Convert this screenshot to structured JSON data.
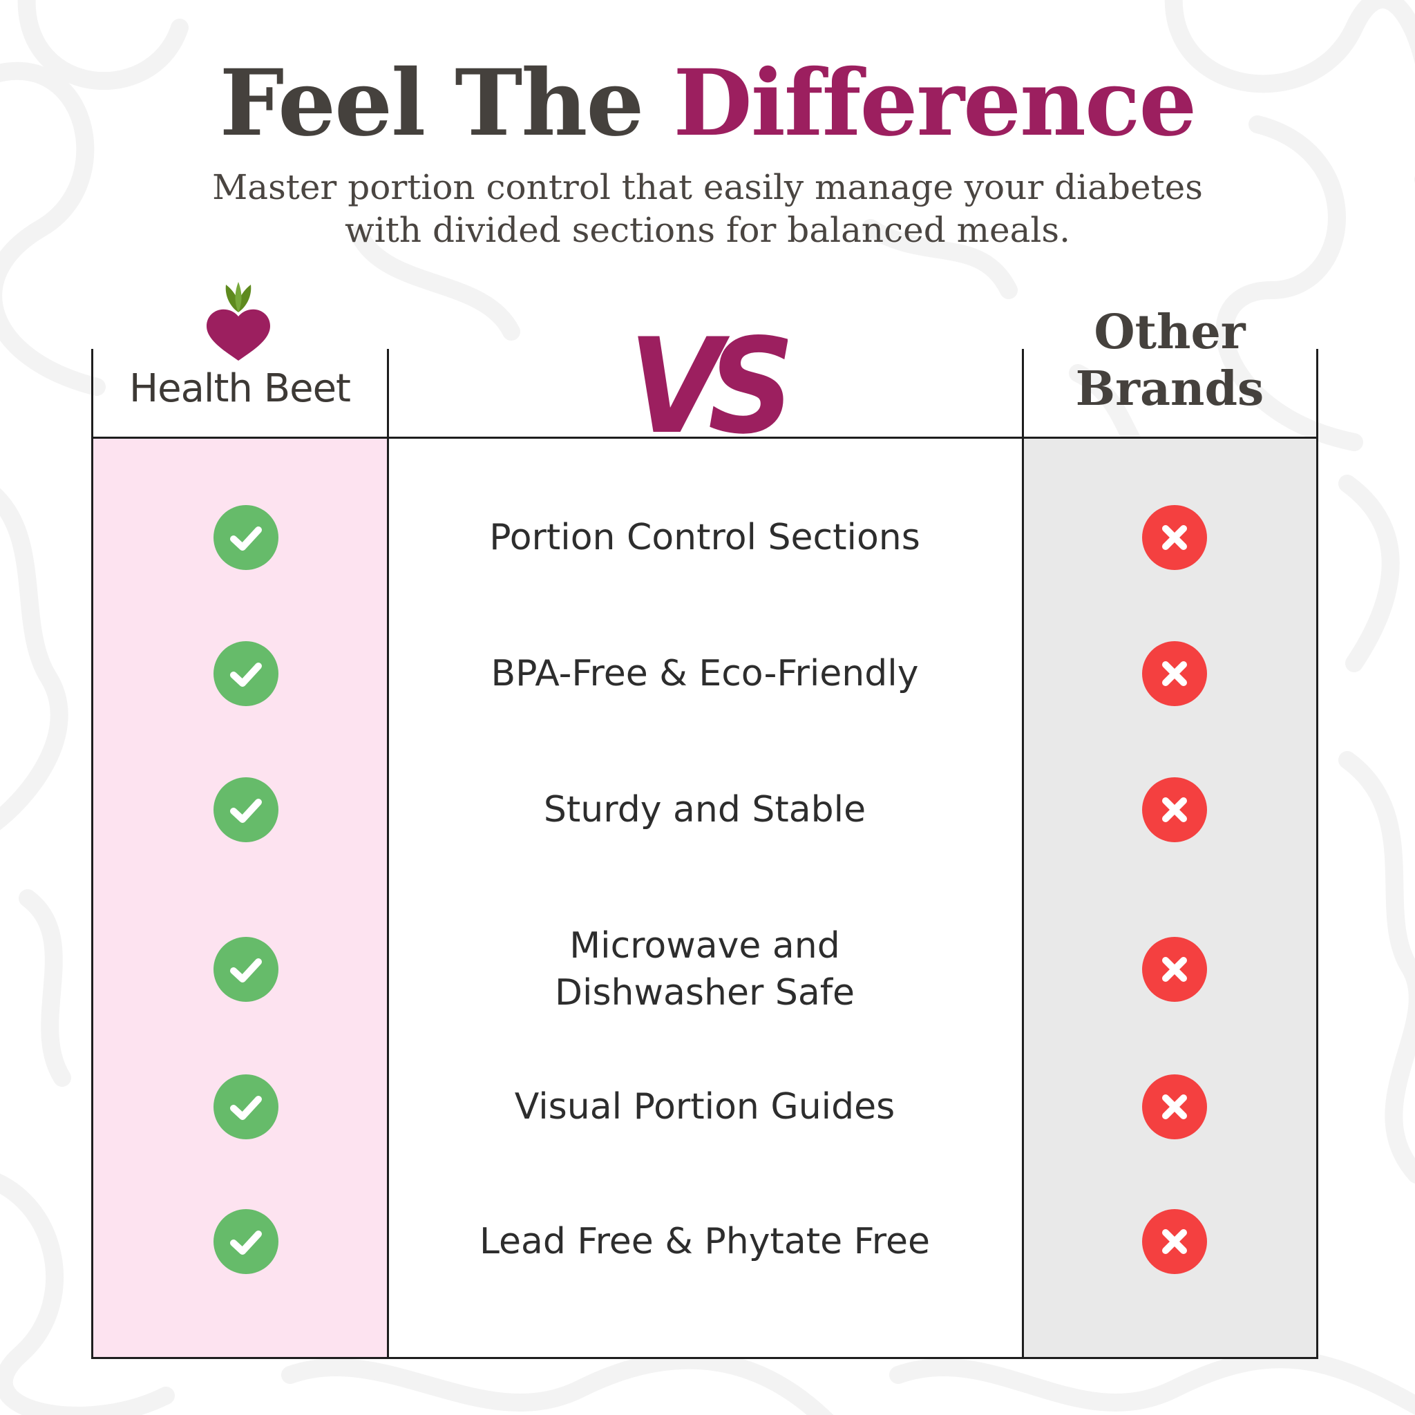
{
  "header": {
    "title_part1": "Feel The ",
    "title_part2": "Difference",
    "subtitle_line1": "Master portion control that easily manage your diabetes",
    "subtitle_line2": "with divided sections for balanced meals."
  },
  "columns": {
    "brand": "Health Beet",
    "vs": "VS",
    "other_line1": "Other",
    "other_line2": "Brands"
  },
  "features": [
    {
      "lines": [
        "Portion Control Sections"
      ],
      "brand": "check",
      "other": "cross"
    },
    {
      "lines": [
        "BPA-Free & Eco-Friendly"
      ],
      "brand": "check",
      "other": "cross"
    },
    {
      "lines": [
        "Sturdy and Stable"
      ],
      "brand": "check",
      "other": "cross"
    },
    {
      "lines": [
        "Microwave and",
        "Dishwasher Safe"
      ],
      "brand": "check",
      "other": "cross"
    },
    {
      "lines": [
        "Visual Portion Guides"
      ],
      "brand": "check",
      "other": "cross"
    },
    {
      "lines": [
        "Lead Free & Phytate Free"
      ],
      "brand": "check",
      "other": "cross"
    }
  ],
  "icons": {
    "logo": "beet-heart-icon",
    "check": "check-circle-icon",
    "cross": "x-circle-icon"
  },
  "colors": {
    "accent": "#9c1f5f",
    "text": "#45413d",
    "brand_column": "#fde3f0",
    "other_column": "#e9e9e9",
    "check": "#66bb6a",
    "cross": "#f44040",
    "leaf": "#5e8a1e"
  }
}
